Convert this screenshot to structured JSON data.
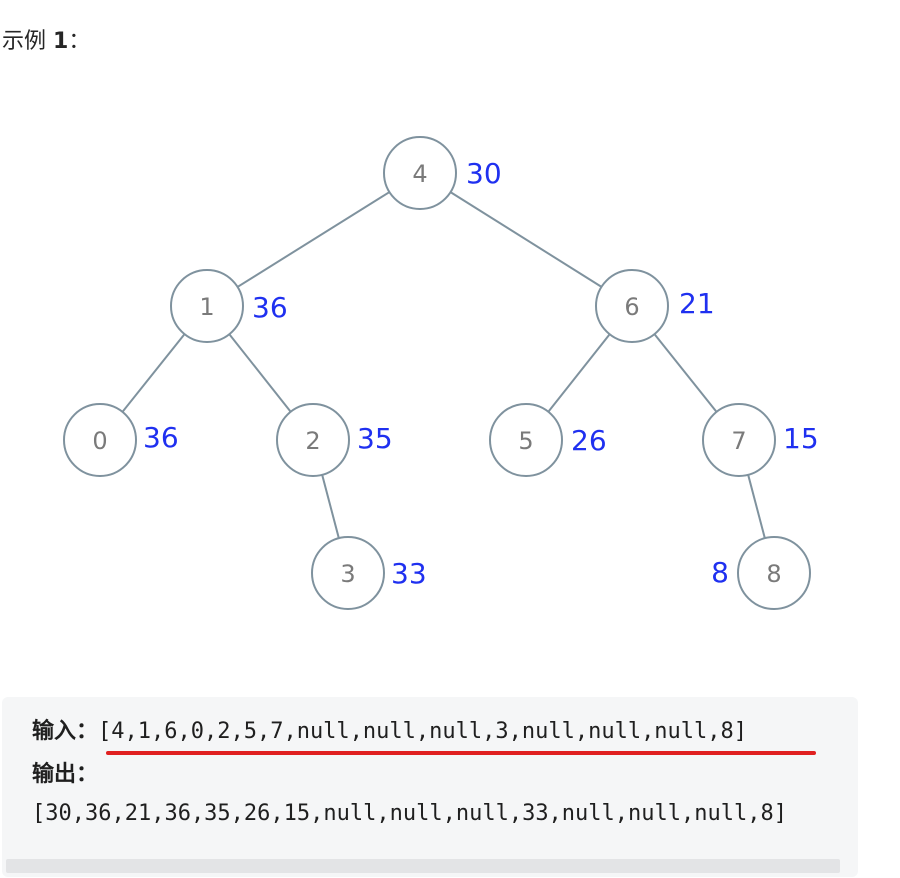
{
  "heading": {
    "prefix": "示例 ",
    "number": "1",
    "suffix": "："
  },
  "tree": {
    "nodes": [
      {
        "id": "n4",
        "label": "4",
        "sum": "30"
      },
      {
        "id": "n1",
        "label": "1",
        "sum": "36"
      },
      {
        "id": "n6",
        "label": "6",
        "sum": "21"
      },
      {
        "id": "n0",
        "label": "0",
        "sum": "36"
      },
      {
        "id": "n2",
        "label": "2",
        "sum": "35"
      },
      {
        "id": "n5",
        "label": "5",
        "sum": "26"
      },
      {
        "id": "n7",
        "label": "7",
        "sum": "15"
      },
      {
        "id": "n3",
        "label": "3",
        "sum": "33"
      },
      {
        "id": "n8",
        "label": "8",
        "sum": "8"
      }
    ],
    "edges": [
      [
        "n4",
        "n1"
      ],
      [
        "n4",
        "n6"
      ],
      [
        "n1",
        "n0"
      ],
      [
        "n1",
        "n2"
      ],
      [
        "n6",
        "n5"
      ],
      [
        "n6",
        "n7"
      ],
      [
        "n2",
        "n3"
      ],
      [
        "n7",
        "n8"
      ]
    ],
    "colors": {
      "edge": "#7f929e",
      "node_text": "#7a7a7a",
      "sum_text": "#1f30f0"
    }
  },
  "example": {
    "input_label": "输入：",
    "input_value": "[4,1,6,0,2,5,7,null,null,null,3,null,null,null,8]",
    "output_label": "输出：",
    "output_value": "[30,36,21,36,35,26,15,null,null,null,33,null,null,null,8]",
    "highlight_color": "#e02020"
  }
}
